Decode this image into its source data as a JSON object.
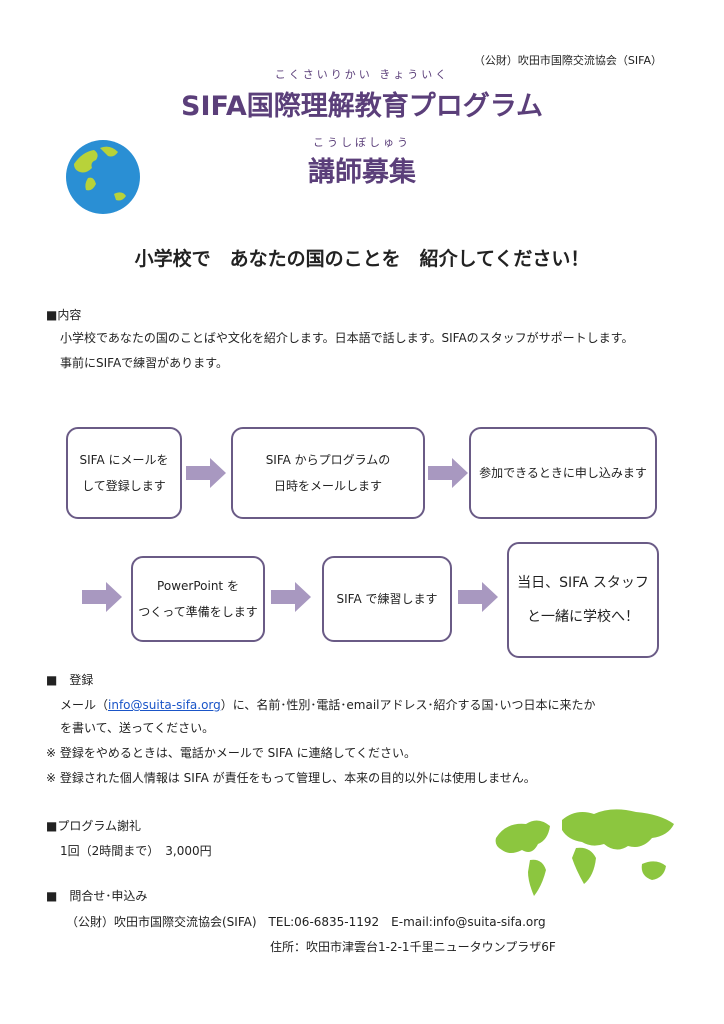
{
  "header": {
    "org": "（公財）吹田市国際交流協会（SIFA）",
    "title_ruby": "こくさいりかい きょういく",
    "title": "SIFA国際理解教育プログラム",
    "subtitle_ruby": "こうしぼしゅう",
    "subtitle": "講師募集",
    "headline": "小学校で　あなたの国のことを　紹介してください！"
  },
  "content": {
    "heading": "■内容",
    "line1": "小学校であなたの国のことばや文化を紹介します。日本語で話します。SIFAのスタッフがサポートします。",
    "line2": "事前にSIFAで練習があります。"
  },
  "flow": {
    "step1": [
      "SIFA にメールを",
      "して登録します"
    ],
    "step2": [
      "SIFA からプログラムの",
      "日時をメールします"
    ],
    "step3": [
      "参加できるときに申し込みます"
    ],
    "step4": [
      "PowerPoint を",
      "つくって準備をします"
    ],
    "step5": [
      "SIFA で練習します"
    ],
    "step6": [
      "当日、SIFA スタッフ",
      "と一緒に学校へ！"
    ]
  },
  "registration": {
    "heading": "■　登録",
    "line1_pre": "メール（",
    "email": "info@suita-sifa.org",
    "line1_post": "）に、名前･性別･電話･emailアドレス･紹介する国･いつ日本に来たか",
    "line2": "を書いて、送ってください。",
    "note1": "※ 登録をやめるときは、電話かメールで SIFA に連絡してください。",
    "note2": "※ 登録された個人情報は SIFA が責任をもって管理し、本来の目的以外には使用しません。"
  },
  "fee": {
    "heading": "■プログラム謝礼",
    "line": "1回（2時間まで）　3,000円"
  },
  "contact": {
    "heading": "■　問合せ･申込み",
    "line1": "（公財）吹田市国際交流協会(SIFA)　TEL:06-6835-1192　E-mail:info@suita-sifa.org",
    "line2": "住所：吹田市津雲台1-2-1千里ニュータウンプラザ6F"
  },
  "colors": {
    "title": "#5b3f7a",
    "box_border": "#6a5b86",
    "arrow": "#a898c0",
    "globe_ocean": "#2a8fd4",
    "globe_land": "#b8d23a",
    "map": "#8cc63f"
  }
}
